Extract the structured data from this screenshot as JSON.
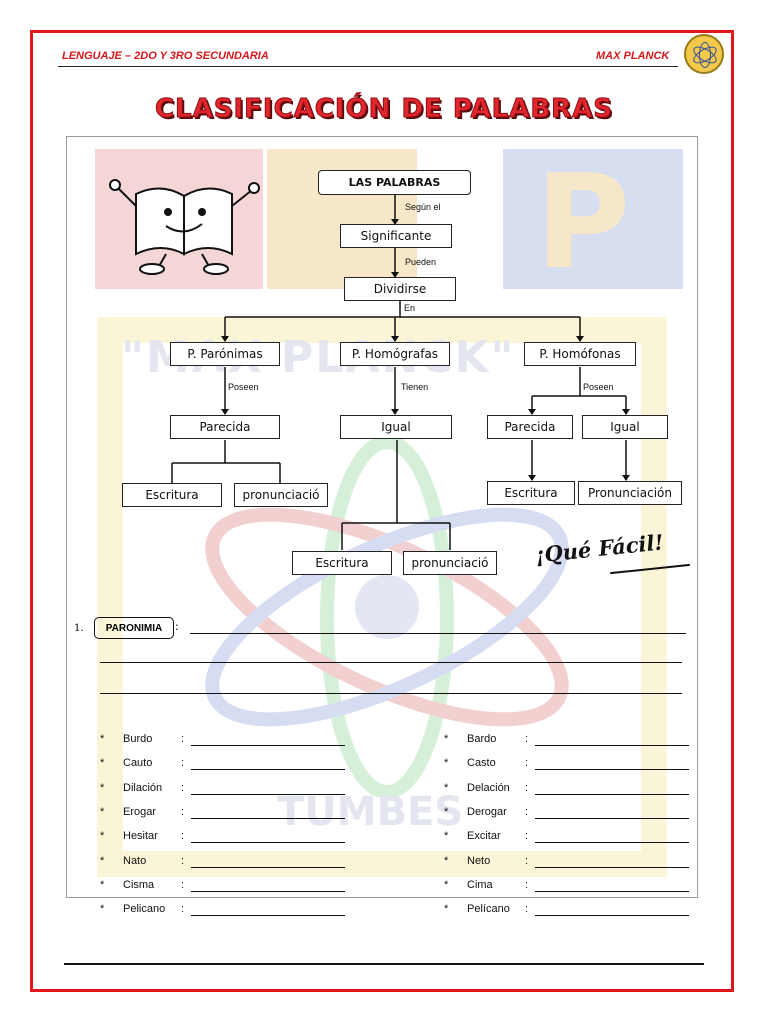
{
  "header": {
    "left": "LENGUAJE – 2DO Y 3RO SECUNDARIA",
    "right": "MAX PLANCK"
  },
  "title": "CLASIFICACIÓN DE PALABRAS",
  "watermark": {
    "letter": "P",
    "school": "\"MAX PLANCK\"",
    "city": "TUMBES"
  },
  "diagram": {
    "root": "LAS PALABRAS",
    "c1": "Según el",
    "n1": "Significante",
    "c2": "Pueden",
    "n2": "Dividirse",
    "c3": "En",
    "paronimas": "P. Parónimas",
    "homografas": "P. Homógrafas",
    "homofonas": "P. Homófonas",
    "c_poseen1": "Poseen",
    "c_tienen": "Tienen",
    "c_poseen2": "Poseen",
    "par_parecida": "Parecida",
    "hgr_igual": "Igual",
    "hfn_parecida": "Parecida",
    "hfn_igual": "Igual",
    "par_escritura": "Escritura",
    "par_pronunciacion": "pronunciació",
    "hgr_escritura": "Escritura",
    "hgr_pronunciacion": "pronunciació",
    "hfn_escritura": "Escritura",
    "hfn_pronunciacion": "Pronunciación"
  },
  "slogan": "¡Qué Fácil!",
  "exercise": {
    "number": "1.",
    "label": "PARONIMIA",
    "left_words": [
      "Burdo",
      "Cauto",
      "Dilación",
      "Erogar",
      "Hesitar",
      "Nato",
      "Cisma",
      "Pelicano"
    ],
    "right_words": [
      "Bardo",
      "Casto",
      "Delación",
      "Derogar",
      "Excitar",
      "Neto",
      "Cima",
      "Pelícano"
    ]
  }
}
